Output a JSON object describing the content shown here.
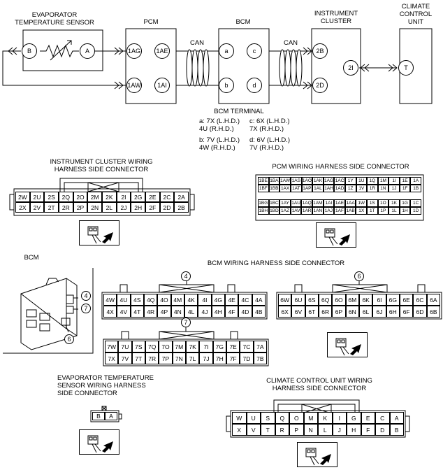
{
  "schematic": {
    "evap_sensor_title": "EVAPORATOR\nTEMPERATURE SENSOR",
    "evap_pins": [
      "B",
      "A"
    ],
    "pcm_title": "PCM",
    "pcm_pins": [
      "1AG",
      "1AE",
      "1AW",
      "1AI"
    ],
    "bcm_title": "BCM",
    "bcm_pins": [
      "a",
      "c",
      "b",
      "d"
    ],
    "cluster_title": "INSTRUMENT\nCLUSTER",
    "cluster_pins": [
      "2B",
      "2I",
      "2D"
    ],
    "climate_title": "CLIMATE\nCONTROL\nUNIT",
    "climate_pin": "T",
    "can_label_1": "CAN",
    "can_label_2": "CAN"
  },
  "bcm_terminal": {
    "title": "BCM TERMINAL",
    "a": "a: 7X (L.H.D.)\n    4U (R.H.D.)",
    "b": "b: 7V (L.H.D.)\n    4W (R.H.D.)",
    "c": "c: 6X (L.H.D.)\n    7X (R.H.D.)",
    "d": "d: 6V (L.H.D.)\n    7V (R.H.D.)"
  },
  "cluster_connector": {
    "title": "INSTRUMENT CLUSTER WIRING\nHARNESS SIDE CONNECTOR",
    "row1": [
      "2W",
      "2U",
      "2S",
      "2Q",
      "2O",
      "2M",
      "2K",
      "2I",
      "2G",
      "2E",
      "2C",
      "2A"
    ],
    "row2": [
      "2X",
      "2V",
      "2T",
      "2R",
      "2P",
      "2N",
      "2L",
      "2J",
      "2H",
      "2F",
      "2D",
      "2B"
    ]
  },
  "pcm_connector": {
    "title": "PCM WIRING HARNESS SIDE CONNECTOR",
    "top_row1": [
      "1BE",
      "1BA",
      "1AW",
      "1AS",
      "1AO",
      "1AK",
      "1AG",
      "1AC",
      "1Y",
      "1U",
      "1Q",
      "1M",
      "1I",
      "1E",
      "1A"
    ],
    "top_row2": [
      "1BF",
      "1BB",
      "1AX",
      "1AT",
      "1AP",
      "1AL",
      "1AH",
      "1AD",
      "1Z",
      "1V",
      "1R",
      "1N",
      "1J",
      "1F",
      "1B"
    ],
    "bot_row1": [
      "1BG",
      "1BC",
      "1AY",
      "1AU",
      "1AQ",
      "1AM",
      "1AI",
      "1AE",
      "1AA",
      "1W",
      "1S",
      "1O",
      "1K",
      "1G",
      "1C"
    ],
    "bot_row2": [
      "1BH",
      "1BD",
      "1AZ",
      "1AV",
      "1AR",
      "1AN",
      "1AJ",
      "1AF",
      "1AB",
      "1X",
      "1T",
      "1P",
      "1L",
      "1H",
      "1D"
    ]
  },
  "bcm_module": {
    "title": "BCM",
    "callout_4": "4",
    "callout_7": "7",
    "callout_6": "6"
  },
  "bcm_connector": {
    "title": "BCM WIRING HARNESS SIDE CONNECTOR",
    "c4_label": "4",
    "c4_row1": [
      "4W",
      "4U",
      "4S",
      "4Q",
      "4O",
      "4M",
      "4K",
      "4I",
      "4G",
      "4E",
      "4C",
      "4A"
    ],
    "c4_row2": [
      "4X",
      "4V",
      "4T",
      "4R",
      "4P",
      "4N",
      "4L",
      "4J",
      "4H",
      "4F",
      "4D",
      "4B"
    ],
    "c6_label": "6",
    "c6_row1": [
      "6W",
      "6U",
      "6S",
      "6Q",
      "6O",
      "6M",
      "6K",
      "6I",
      "6G",
      "6E",
      "6C",
      "6A"
    ],
    "c6_row2": [
      "6X",
      "6V",
      "6T",
      "6R",
      "6P",
      "6N",
      "6L",
      "6J",
      "6H",
      "6F",
      "6D",
      "6B"
    ],
    "c7_label": "7",
    "c7_row1": [
      "7W",
      "7U",
      "7S",
      "7Q",
      "7O",
      "7M",
      "7K",
      "7I",
      "7G",
      "7E",
      "7C",
      "7A"
    ],
    "c7_row2": [
      "7X",
      "7V",
      "7T",
      "7R",
      "7P",
      "7N",
      "7L",
      "7J",
      "7H",
      "7F",
      "7D",
      "7B"
    ]
  },
  "evap_connector": {
    "title": "EVAPORATOR TEMPERATURE\nSENSOR WIRING HARNESS\nSIDE CONNECTOR",
    "pins": [
      "B",
      "A"
    ]
  },
  "climate_connector": {
    "title": "CLIMATE CONTROL UNIT WIRING\nHARNESS SIDE CONNECTOR",
    "row1": [
      "W",
      "U",
      "S",
      "Q",
      "O",
      "M",
      "K",
      "I",
      "G",
      "E",
      "C",
      "A"
    ],
    "row2": [
      "X",
      "V",
      "T",
      "R",
      "P",
      "N",
      "L",
      "J",
      "H",
      "F",
      "D",
      "B"
    ]
  }
}
